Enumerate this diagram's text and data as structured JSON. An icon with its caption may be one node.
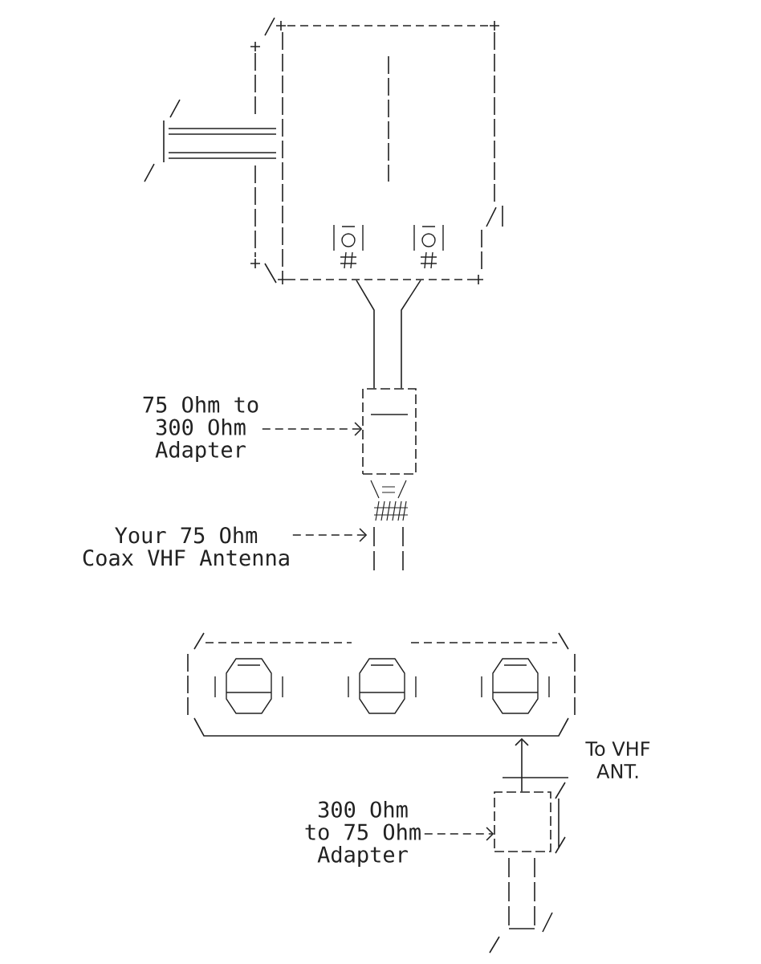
{
  "diagram": {
    "nodes": [
      {
        "text": [],
        "shape": "picture"
      },
      {
        "text": [
          "75 Ohm to 300 Ohm Adapter"
        ]
      },
      {
        "text": [],
        "shape": "box"
      },
      {
        "text": [
          "Your 75 Ohm Coax VHF Antenna"
        ]
      },
      {
        "text": [],
        "shape": "picture"
      },
      {
        "text": [],
        "shape": "picture"
      },
      {
        "text": [
          "300 Ohm to 75 Ohm Adapter"
        ]
      },
      {
        "text": [],
        "shape": "box"
      }
    ],
    "edges": [
      {
        "from": 0,
        "to": 2,
        "arrow": "none"
      },
      {
        "from": 1,
        "to": 2,
        "arrow": "to",
        "style": "dashed"
      },
      {
        "from": 3,
        "to": 4,
        "arrow": "to",
        "style": "dashed"
      },
      {
        "from": 7,
        "to": 5,
        "arrow": "to"
      },
      {
        "from": 6,
        "to": 7,
        "arrow": "to",
        "style": "dashed"
      }
    ],
    "labels": [
      "To VHF ANT."
    ]
  }
}
